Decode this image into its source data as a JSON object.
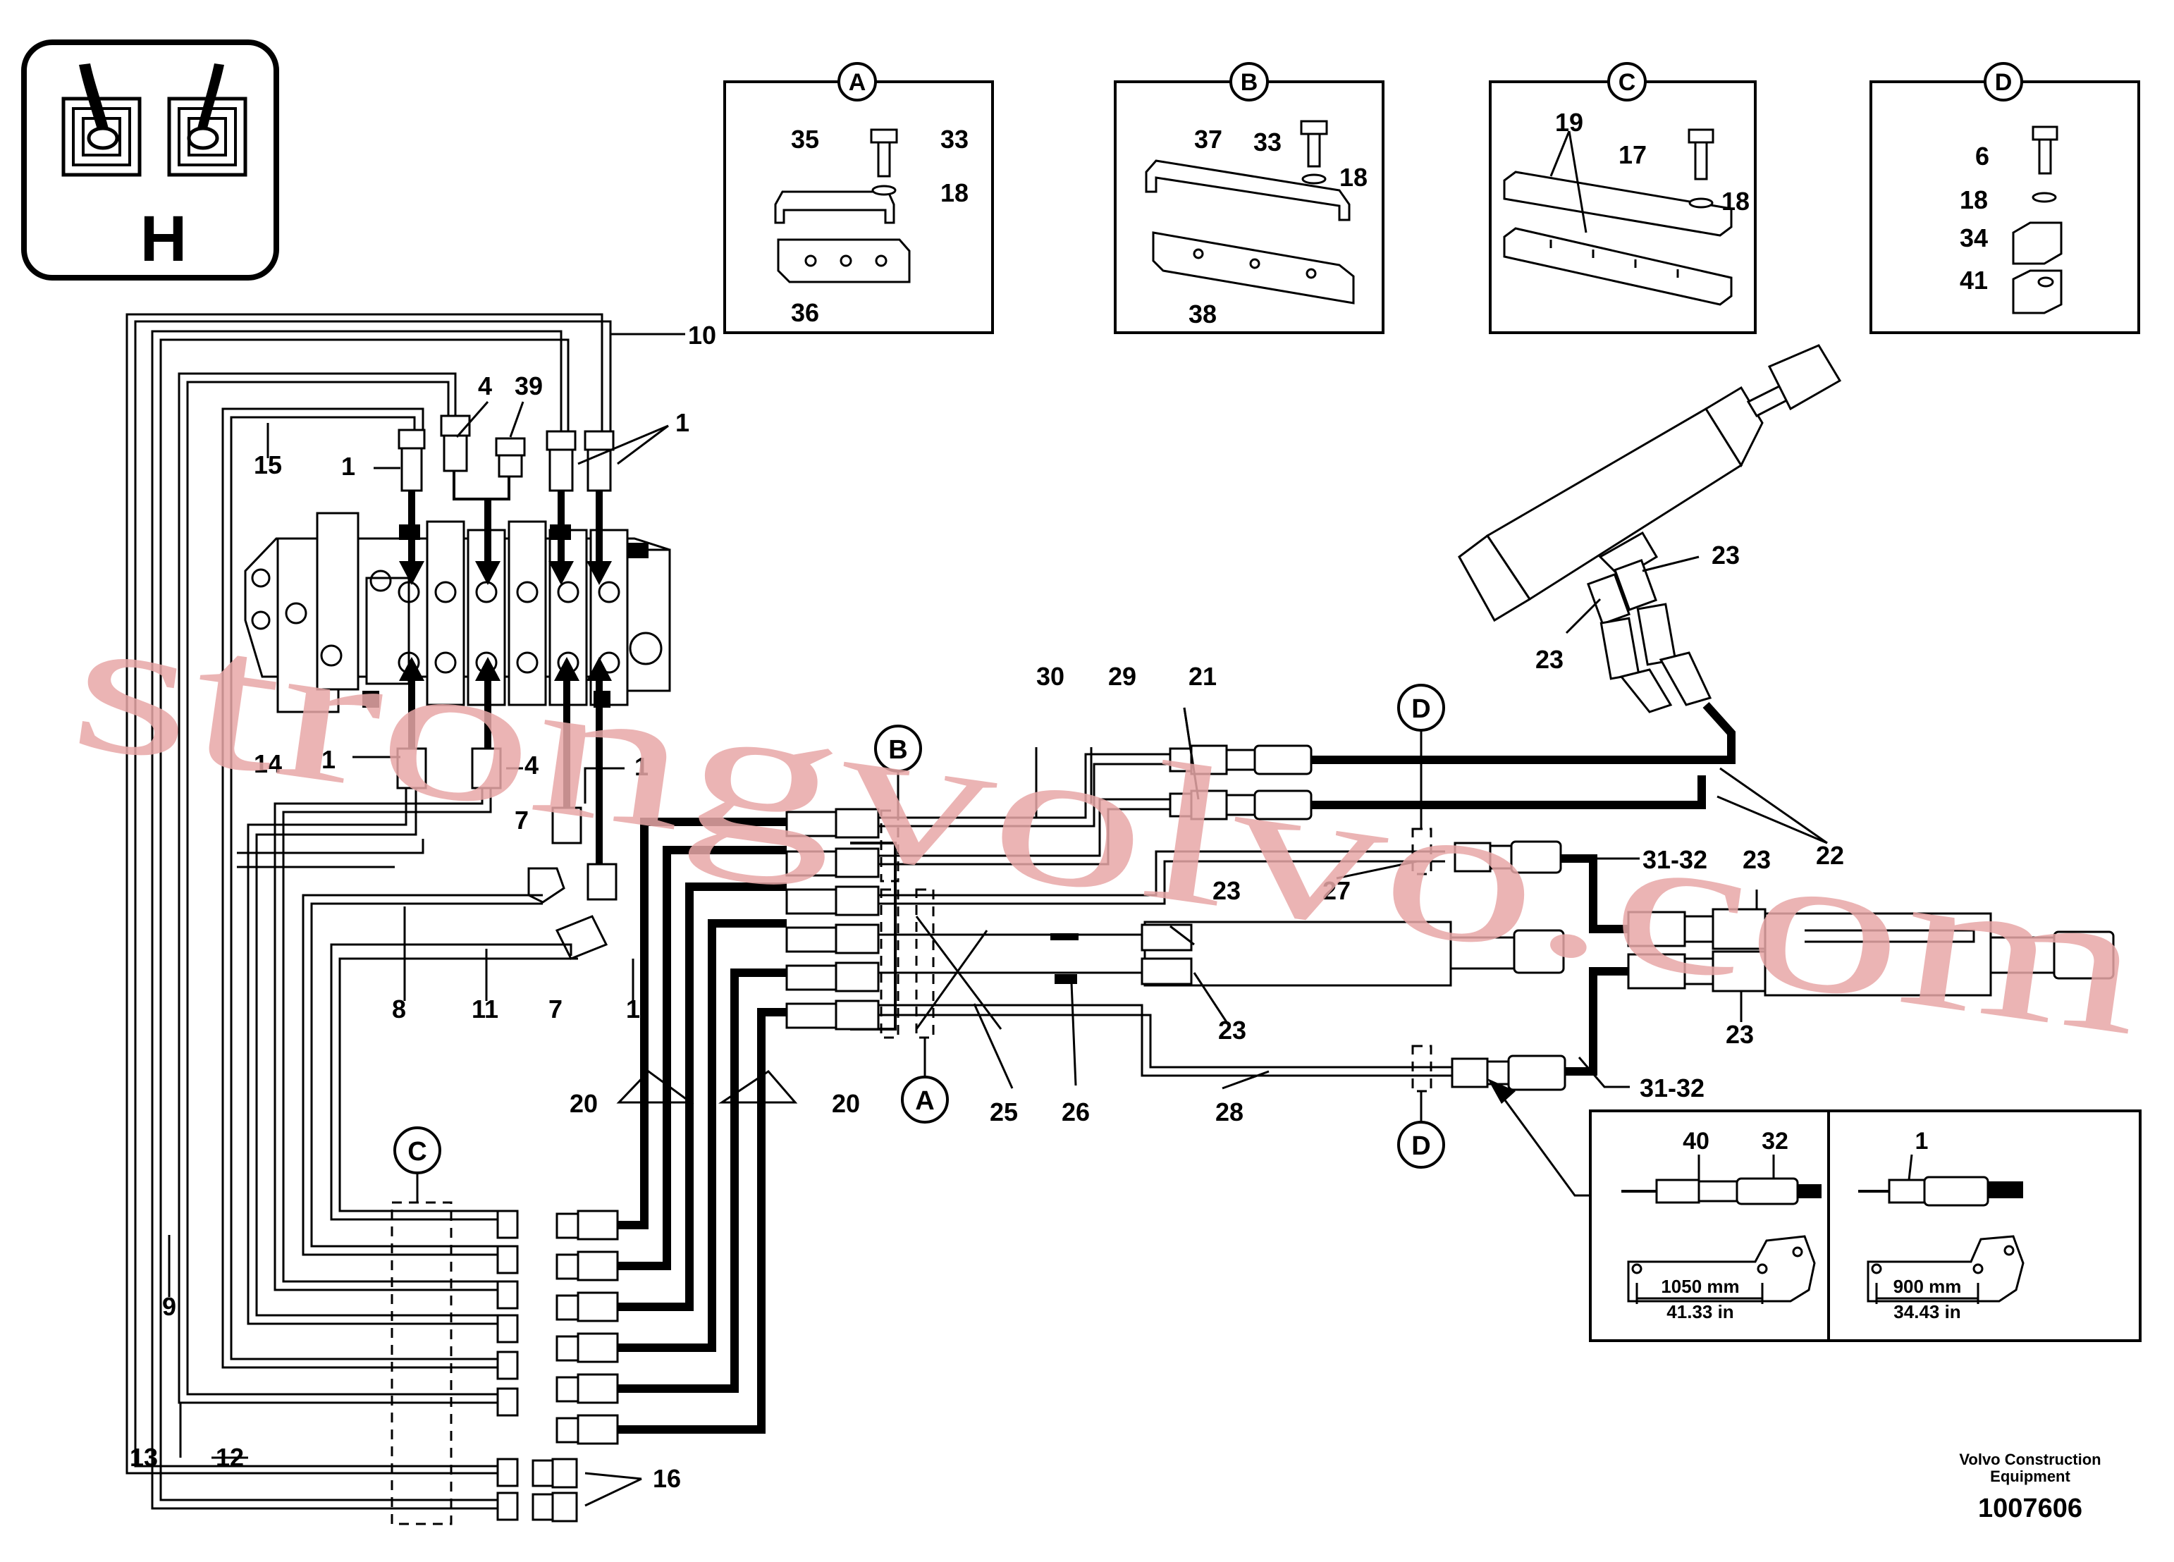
{
  "mode_symbol": {
    "letter": "H",
    "icon": "joystick-pair-icon"
  },
  "detail_views": [
    {
      "id": "A",
      "labels": [
        "35",
        "33",
        "18",
        "36"
      ]
    },
    {
      "id": "B",
      "labels": [
        "37",
        "33",
        "18",
        "38"
      ]
    },
    {
      "id": "C",
      "labels": [
        "19",
        "17",
        "18"
      ]
    },
    {
      "id": "D",
      "labels": [
        "6",
        "18",
        "34",
        "41"
      ]
    }
  ],
  "callouts": {
    "c1a": "1",
    "c1b": "1",
    "c1c": "1",
    "c1d": "1",
    "c1e": "1",
    "c4a": "4",
    "c4b": "4",
    "c39": "39",
    "c10": "10",
    "c15": "15",
    "c14": "14",
    "c7a": "7",
    "c7b": "7",
    "c8": "8",
    "c11": "11",
    "c9": "9",
    "c12": "12",
    "c13": "13",
    "c16": "16",
    "c20a": "20",
    "c20b": "20",
    "c21": "21",
    "c22": "22",
    "c23a": "23",
    "c23b": "23",
    "c23c": "23",
    "c23d": "23",
    "c23e": "23",
    "c23f": "23",
    "c25": "25",
    "c26": "26",
    "c27": "27",
    "c28": "28",
    "c29": "29",
    "c30": "30",
    "c3132a": "31-32",
    "c3132b": "31-32"
  },
  "markers": {
    "mA": "A",
    "mB": "B",
    "mC": "C",
    "mD1": "D",
    "mD2": "D"
  },
  "hose_lengths": [
    {
      "l1": "40",
      "l2": "32",
      "mm": "1050 mm",
      "in": "41.33 in"
    },
    {
      "l1": "1",
      "mm": "900 mm",
      "in": "34.43 in"
    }
  ],
  "footer": {
    "company_line1": "Volvo Construction",
    "company_line2": "Equipment",
    "drawing_number": "1007606"
  },
  "watermark": "strongvolvo.com"
}
